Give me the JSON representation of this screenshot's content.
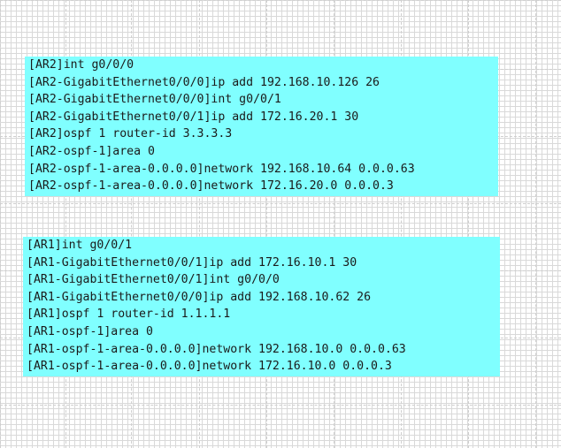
{
  "ar2_block": {
    "lines": [
      "[AR2]int g0/0/0",
      "[AR2-GigabitEthernet0/0/0]ip add 192.168.10.126 26",
      "[AR2-GigabitEthernet0/0/0]int g0/0/1",
      "[AR2-GigabitEthernet0/0/1]ip add 172.16.20.1 30",
      "[AR2]ospf 1 router-id 3.3.3.3",
      "[AR2-ospf-1]area 0",
      "[AR2-ospf-1-area-0.0.0.0]network 192.168.10.64 0.0.0.63",
      "[AR2-ospf-1-area-0.0.0.0]network 172.16.20.0 0.0.0.3"
    ]
  },
  "ar1_block": {
    "lines": [
      "[AR1]int g0/0/1",
      "[AR1-GigabitEthernet0/0/1]ip add 172.16.10.1 30",
      "[AR1-GigabitEthernet0/0/1]int g0/0/0",
      "[AR1-GigabitEthernet0/0/0]ip add 192.168.10.62 26",
      "[AR1]ospf 1 router-id 1.1.1.1",
      "[AR1-ospf-1]area 0",
      "[AR1-ospf-1-area-0.0.0.0]network 192.168.10.0 0.0.0.63",
      "[AR1-ospf-1-area-0.0.0.0]network 172.16.10.0 0.0.0.3"
    ]
  },
  "colors": {
    "highlight": "#80ffff",
    "text": "#1a1a1a",
    "grid": "#d9d9d9"
  }
}
